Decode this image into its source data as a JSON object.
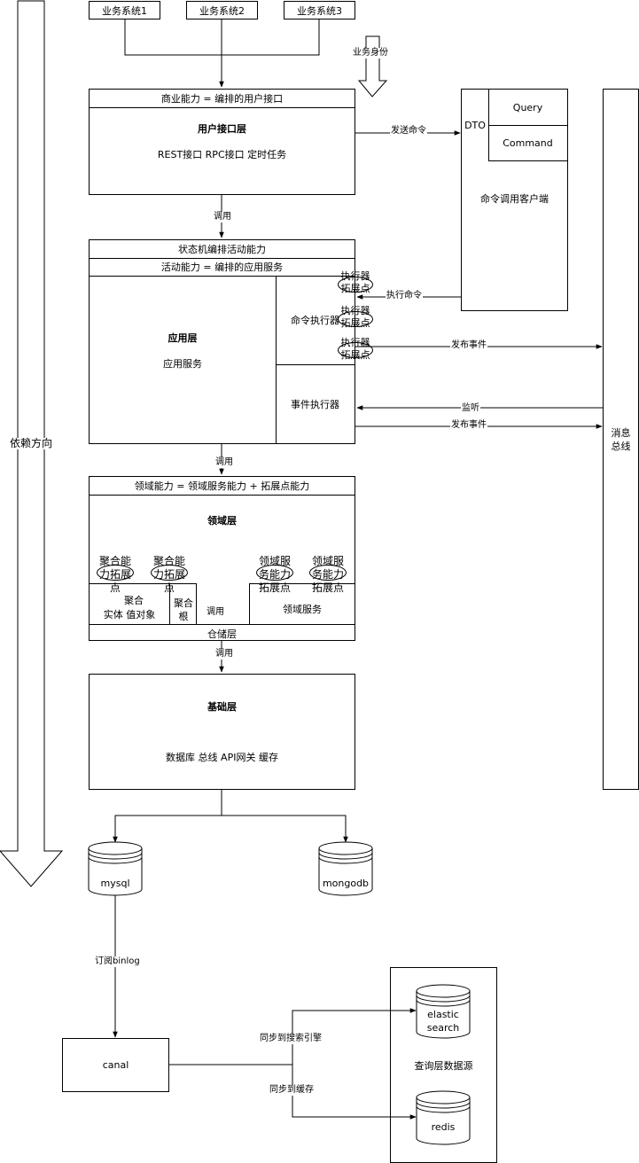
{
  "systems": [
    "业务系统1",
    "业务系统2",
    "业务系统3"
  ],
  "business_identity": "业务身份",
  "dependency_direction": "依赖方向",
  "user_interface": {
    "header": "商业能力 = 编排的用户接口",
    "title": "用户接口层",
    "items": "REST接口 RPC接口 定时任务"
  },
  "dto": {
    "label": "DTO",
    "query": "Query",
    "command": "Command",
    "client": "命令调用客户端"
  },
  "edges": {
    "send_command": "发送命令",
    "call": "调用",
    "execute_command": "执行命令",
    "publish_event": "发布事件",
    "listen": "监听",
    "subscribe_binlog": "订阅binlog",
    "sync_search": "同步到搜索引擎",
    "sync_cache": "同步到缓存"
  },
  "message_bus": "消息总线",
  "application": {
    "header1": "状态机编排活动能力",
    "header2": "活动能力 = 编排的应用服务",
    "title": "应用层",
    "subtitle": "应用服务",
    "command_executor": "命令执行器",
    "event_executor": "事件执行器",
    "ext_point": "执行器拓展点"
  },
  "domain": {
    "header": "领域能力 =  领域服务能力 + 拓展点能力",
    "title": "领域层",
    "agg_ext": "聚合能力拓展点",
    "service_ext": "领域服务能力拓展点",
    "aggregate": "聚合",
    "entity_vo": "实体 值对象",
    "agg_root": "聚合根",
    "domain_service": "领域服务",
    "repository": "仓储层"
  },
  "infra": {
    "title": "基础层",
    "items": "数据库 总线 API网关 缓存"
  },
  "stores": {
    "mysql": "mysql",
    "mongodb": "mongodb",
    "canal": "canal",
    "elastic": "elastic search",
    "redis": "redis",
    "query_source": "查询层数据源"
  }
}
